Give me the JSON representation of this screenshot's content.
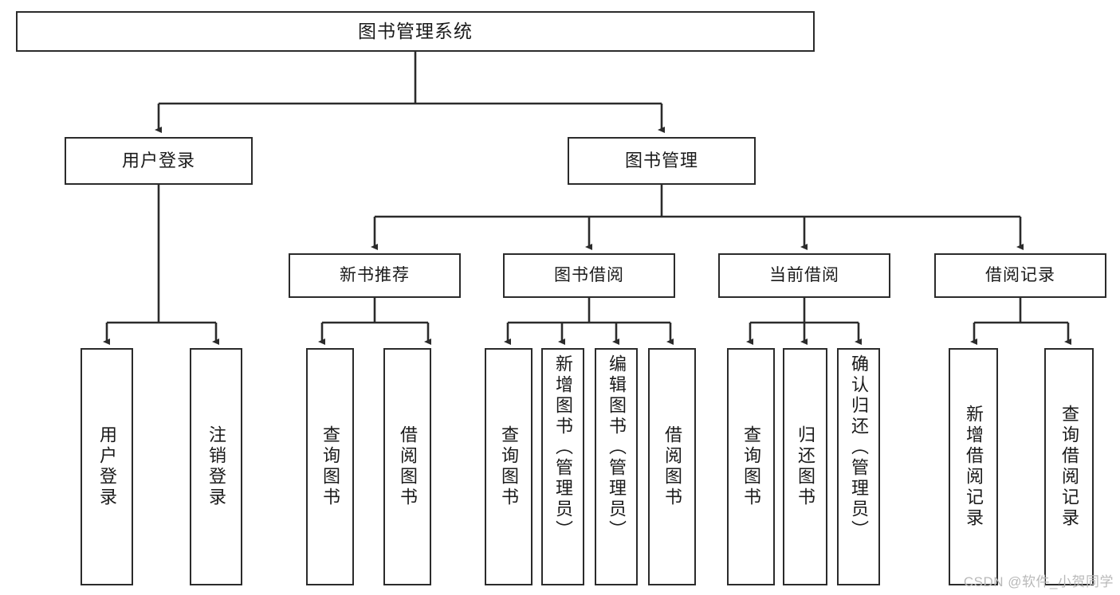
{
  "diagram": {
    "type": "org-chart",
    "title": "图书管理系统",
    "root": {
      "id": "root",
      "label": "图书管理系统"
    },
    "level2": [
      {
        "id": "user-login",
        "label": "用户登录"
      },
      {
        "id": "book-management",
        "label": "图书管理"
      }
    ],
    "level3": [
      {
        "id": "new-book-recommend",
        "label": "新书推荐"
      },
      {
        "id": "book-borrow",
        "label": "图书借阅"
      },
      {
        "id": "current-borrow",
        "label": "当前借阅"
      },
      {
        "id": "borrow-record",
        "label": "借阅记录"
      }
    ],
    "leaves": {
      "user_login": [
        {
          "id": "leaf-user-login",
          "label": "用户登录"
        },
        {
          "id": "leaf-logout",
          "label": "注销登录"
        }
      ],
      "new_book_recommend": [
        {
          "id": "leaf-query-book-1",
          "label": "查询图书"
        },
        {
          "id": "leaf-borrow-book-1",
          "label": "借阅图书"
        }
      ],
      "book_borrow": [
        {
          "id": "leaf-query-book-2",
          "label": "查询图书"
        },
        {
          "id": "leaf-add-book",
          "label": "新增图书（管理员）"
        },
        {
          "id": "leaf-edit-book",
          "label": "编辑图书（管理员）"
        },
        {
          "id": "leaf-borrow-book-2",
          "label": "借阅图书"
        }
      ],
      "current_borrow": [
        {
          "id": "leaf-query-book-3",
          "label": "查询图书"
        },
        {
          "id": "leaf-return-book",
          "label": "归还图书"
        },
        {
          "id": "leaf-confirm-return",
          "label": "确认归还（管理员）"
        }
      ],
      "borrow_record": [
        {
          "id": "leaf-add-record",
          "label": "新增借阅记录"
        },
        {
          "id": "leaf-query-record",
          "label": "查询借阅记录"
        }
      ]
    }
  },
  "watermark": {
    "text": "CSDN @软件_小贺同学"
  },
  "colors": {
    "border": "#2b2b2b",
    "text": "#1a1a1a",
    "background": "#ffffff",
    "watermark": "#b9b9b9"
  }
}
